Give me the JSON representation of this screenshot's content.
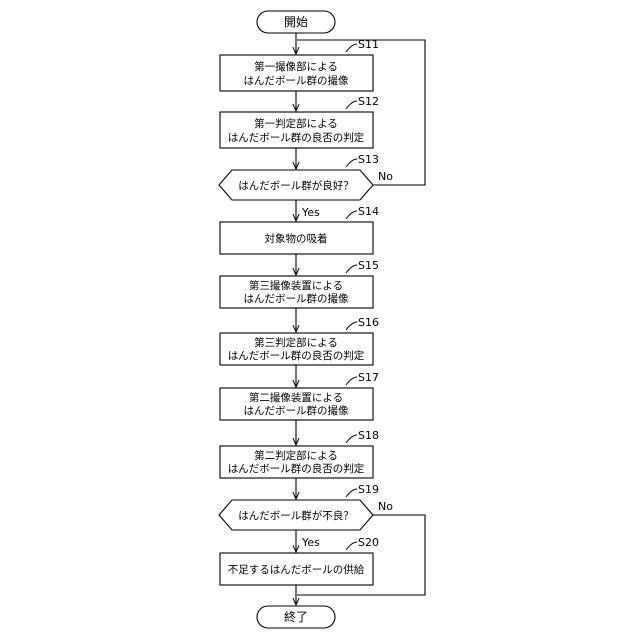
{
  "start": {
    "label": "開始"
  },
  "end": {
    "label": "終了"
  },
  "steps": [
    {
      "id": "S11",
      "lines": [
        "第一撮像部による",
        "はんだボール群の撮像"
      ]
    },
    {
      "id": "S12",
      "lines": [
        "第一判定部による",
        "はんだボール群の良否の判定"
      ]
    },
    {
      "id": "S13",
      "lines": [
        "はんだボール群が良好？"
      ],
      "decision": true,
      "no": "No",
      "yes": "Yes"
    },
    {
      "id": "S14",
      "lines": [
        "対象物の吸着"
      ]
    },
    {
      "id": "S15",
      "lines": [
        "第三撮像装置による",
        "はんだボール群の撮像"
      ]
    },
    {
      "id": "S16",
      "lines": [
        "第三判定部による",
        "はんだボール群の良否の判定"
      ]
    },
    {
      "id": "S17",
      "lines": [
        "第二撮像装置による",
        "はんだボール群の撮像"
      ]
    },
    {
      "id": "S18",
      "lines": [
        "第二判定部による",
        "はんだボール群の良否の判定"
      ]
    },
    {
      "id": "S19",
      "lines": [
        "はんだボール群が不良？"
      ],
      "decision": true,
      "no": "No",
      "yes": "Yes"
    },
    {
      "id": "S20",
      "lines": [
        "不足するはんだボールの供給"
      ]
    }
  ]
}
